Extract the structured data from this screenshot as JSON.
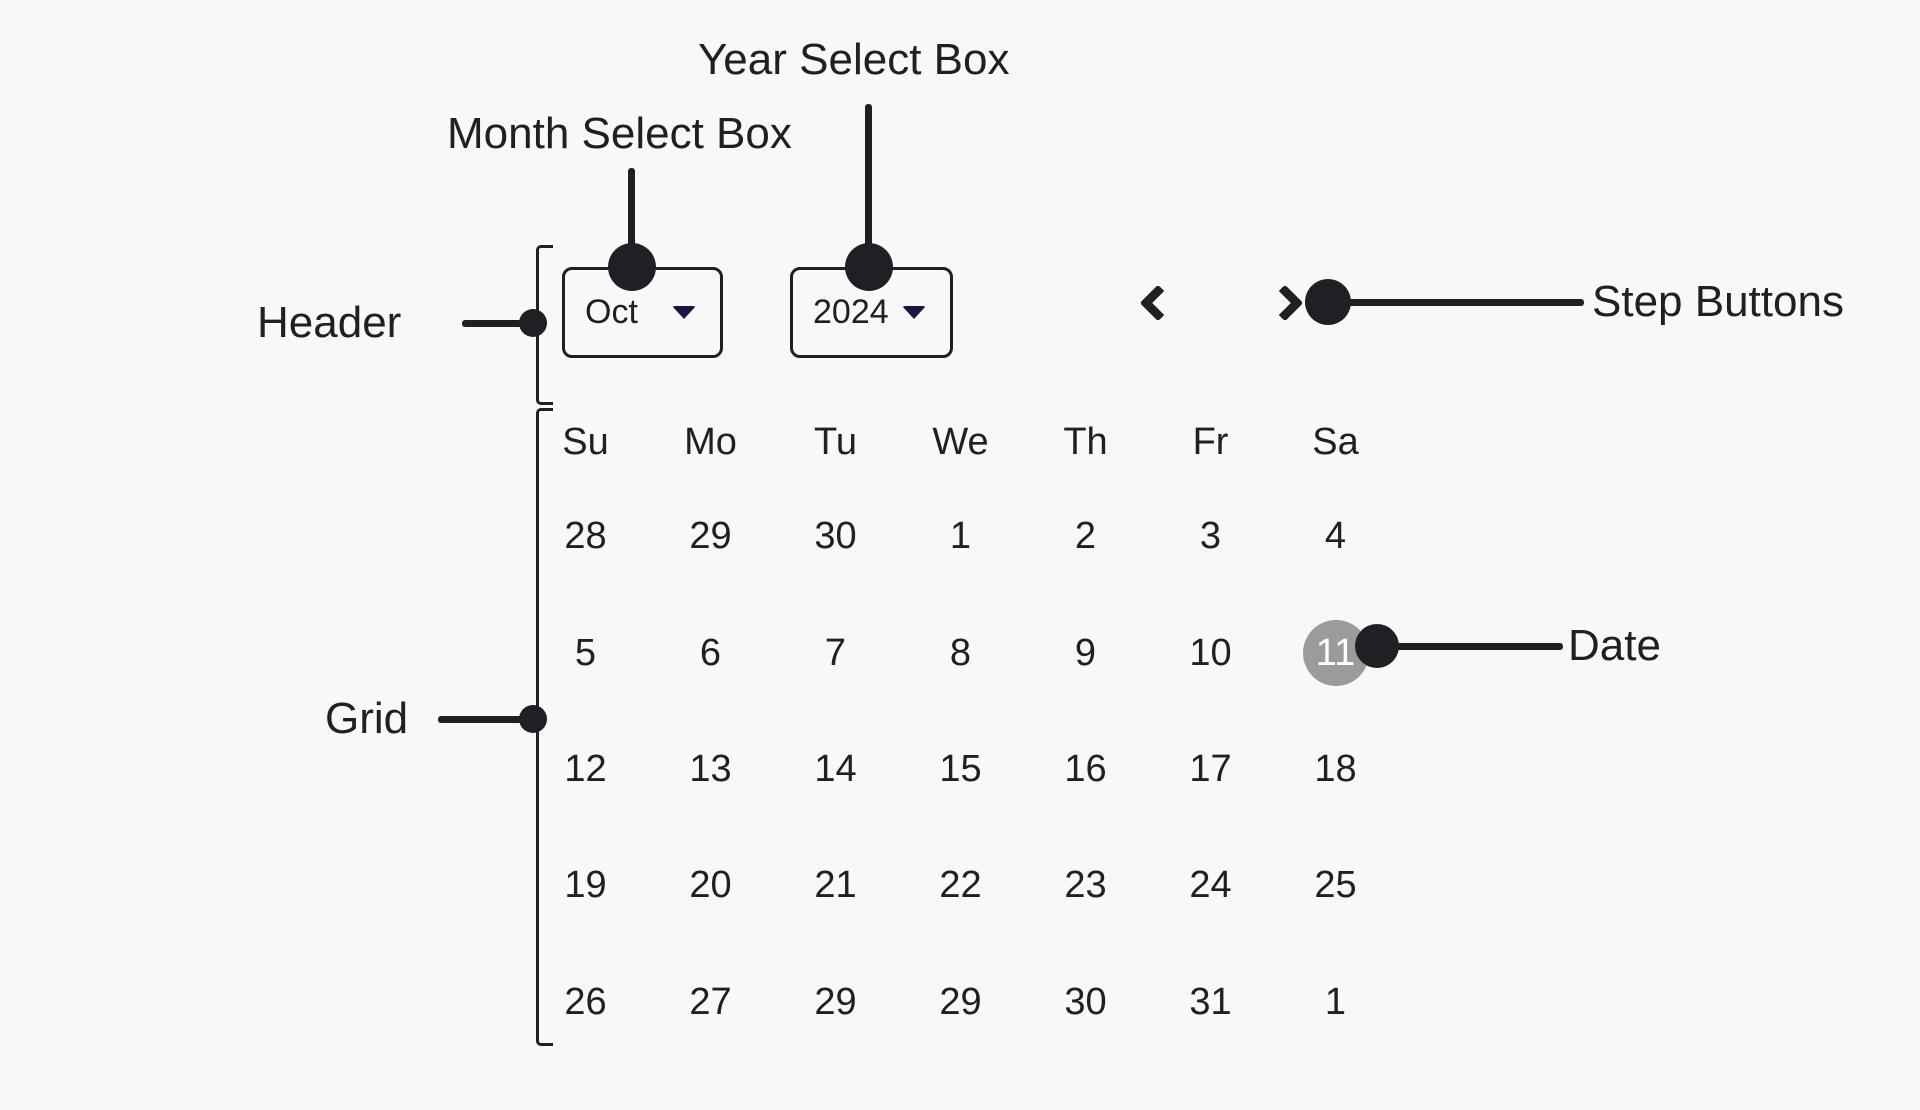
{
  "colors": {
    "background": "#f7f8fa",
    "ink": "#202024",
    "selected_bg": "#9b9b9b",
    "selected_text": "#ffffff",
    "caret": "#1b1740"
  },
  "annotations": {
    "year": {
      "label": "Year Select Box"
    },
    "month": {
      "label": "Month Select Box"
    },
    "header": {
      "label": "Header"
    },
    "step": {
      "label": "Step Buttons"
    },
    "grid": {
      "label": "Grid"
    },
    "date": {
      "label": "Date"
    }
  },
  "calendar": {
    "header": {
      "month_value": "Oct",
      "year_value": "2024"
    },
    "weekdays": [
      "Su",
      "Mo",
      "Tu",
      "We",
      "Th",
      "Fr",
      "Sa"
    ],
    "grid_rows": [
      [
        "28",
        "29",
        "30",
        "1",
        "2",
        "3",
        "4"
      ],
      [
        "5",
        "6",
        "7",
        "8",
        "9",
        "10",
        "11"
      ],
      [
        "12",
        "13",
        "14",
        "15",
        "16",
        "17",
        "18"
      ],
      [
        "19",
        "20",
        "21",
        "22",
        "23",
        "24",
        "25"
      ],
      [
        "26",
        "27",
        "29",
        "29",
        "30",
        "31",
        "1"
      ]
    ],
    "selected_date": "11",
    "selected_position": {
      "row": 1,
      "col": 6
    }
  }
}
